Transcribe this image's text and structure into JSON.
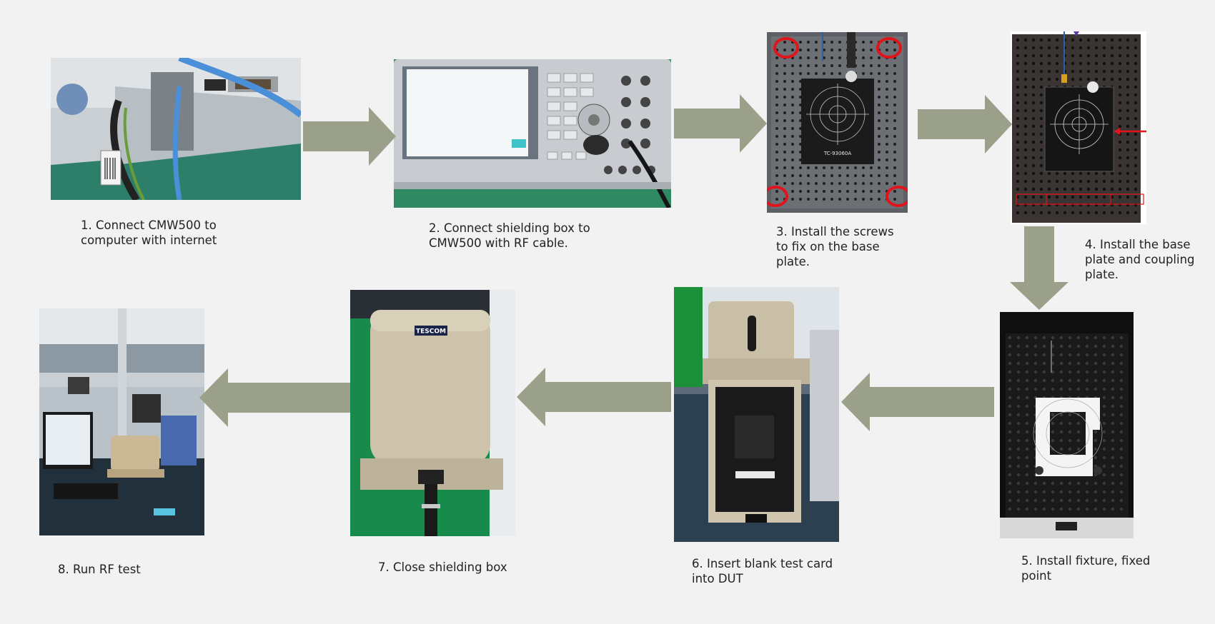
{
  "steps": [
    {
      "id": 1,
      "caption": "1. Connect CMW500 to\ncomputer with internet",
      "photo": "cmw500-computer-connection-photo"
    },
    {
      "id": 2,
      "caption": "2. Connect shielding box to\nCMW500 with RF cable.",
      "photo": "cmw500-instrument-photo"
    },
    {
      "id": 3,
      "caption": "3. Install the screws\nto fix on the base\nplate.",
      "photo": "base-plate-screws-photo"
    },
    {
      "id": 4,
      "caption": "4. Install the base\nplate and coupling\nplate.",
      "photo": "coupling-plate-photo"
    },
    {
      "id": 5,
      "caption": "5. Install fixture, fixed\npoint",
      "photo": "fixture-photo"
    },
    {
      "id": 6,
      "caption": "6. Insert blank test card\ninto DUT",
      "photo": "insert-test-card-photo"
    },
    {
      "id": 7,
      "caption": "7. Close shielding box",
      "photo": "closed-shielding-box-photo"
    },
    {
      "id": 8,
      "caption": "8. Run RF test",
      "photo": "rf-test-lab-photo"
    }
  ],
  "labels": {
    "tescom_badge": "TESCOM",
    "plate_label": "TC-93060A"
  },
  "colors": {
    "background": "#f2f2f2",
    "arrow": "#9ba08a",
    "highlight": "#e0141c",
    "marker": "#5b3fa0"
  }
}
